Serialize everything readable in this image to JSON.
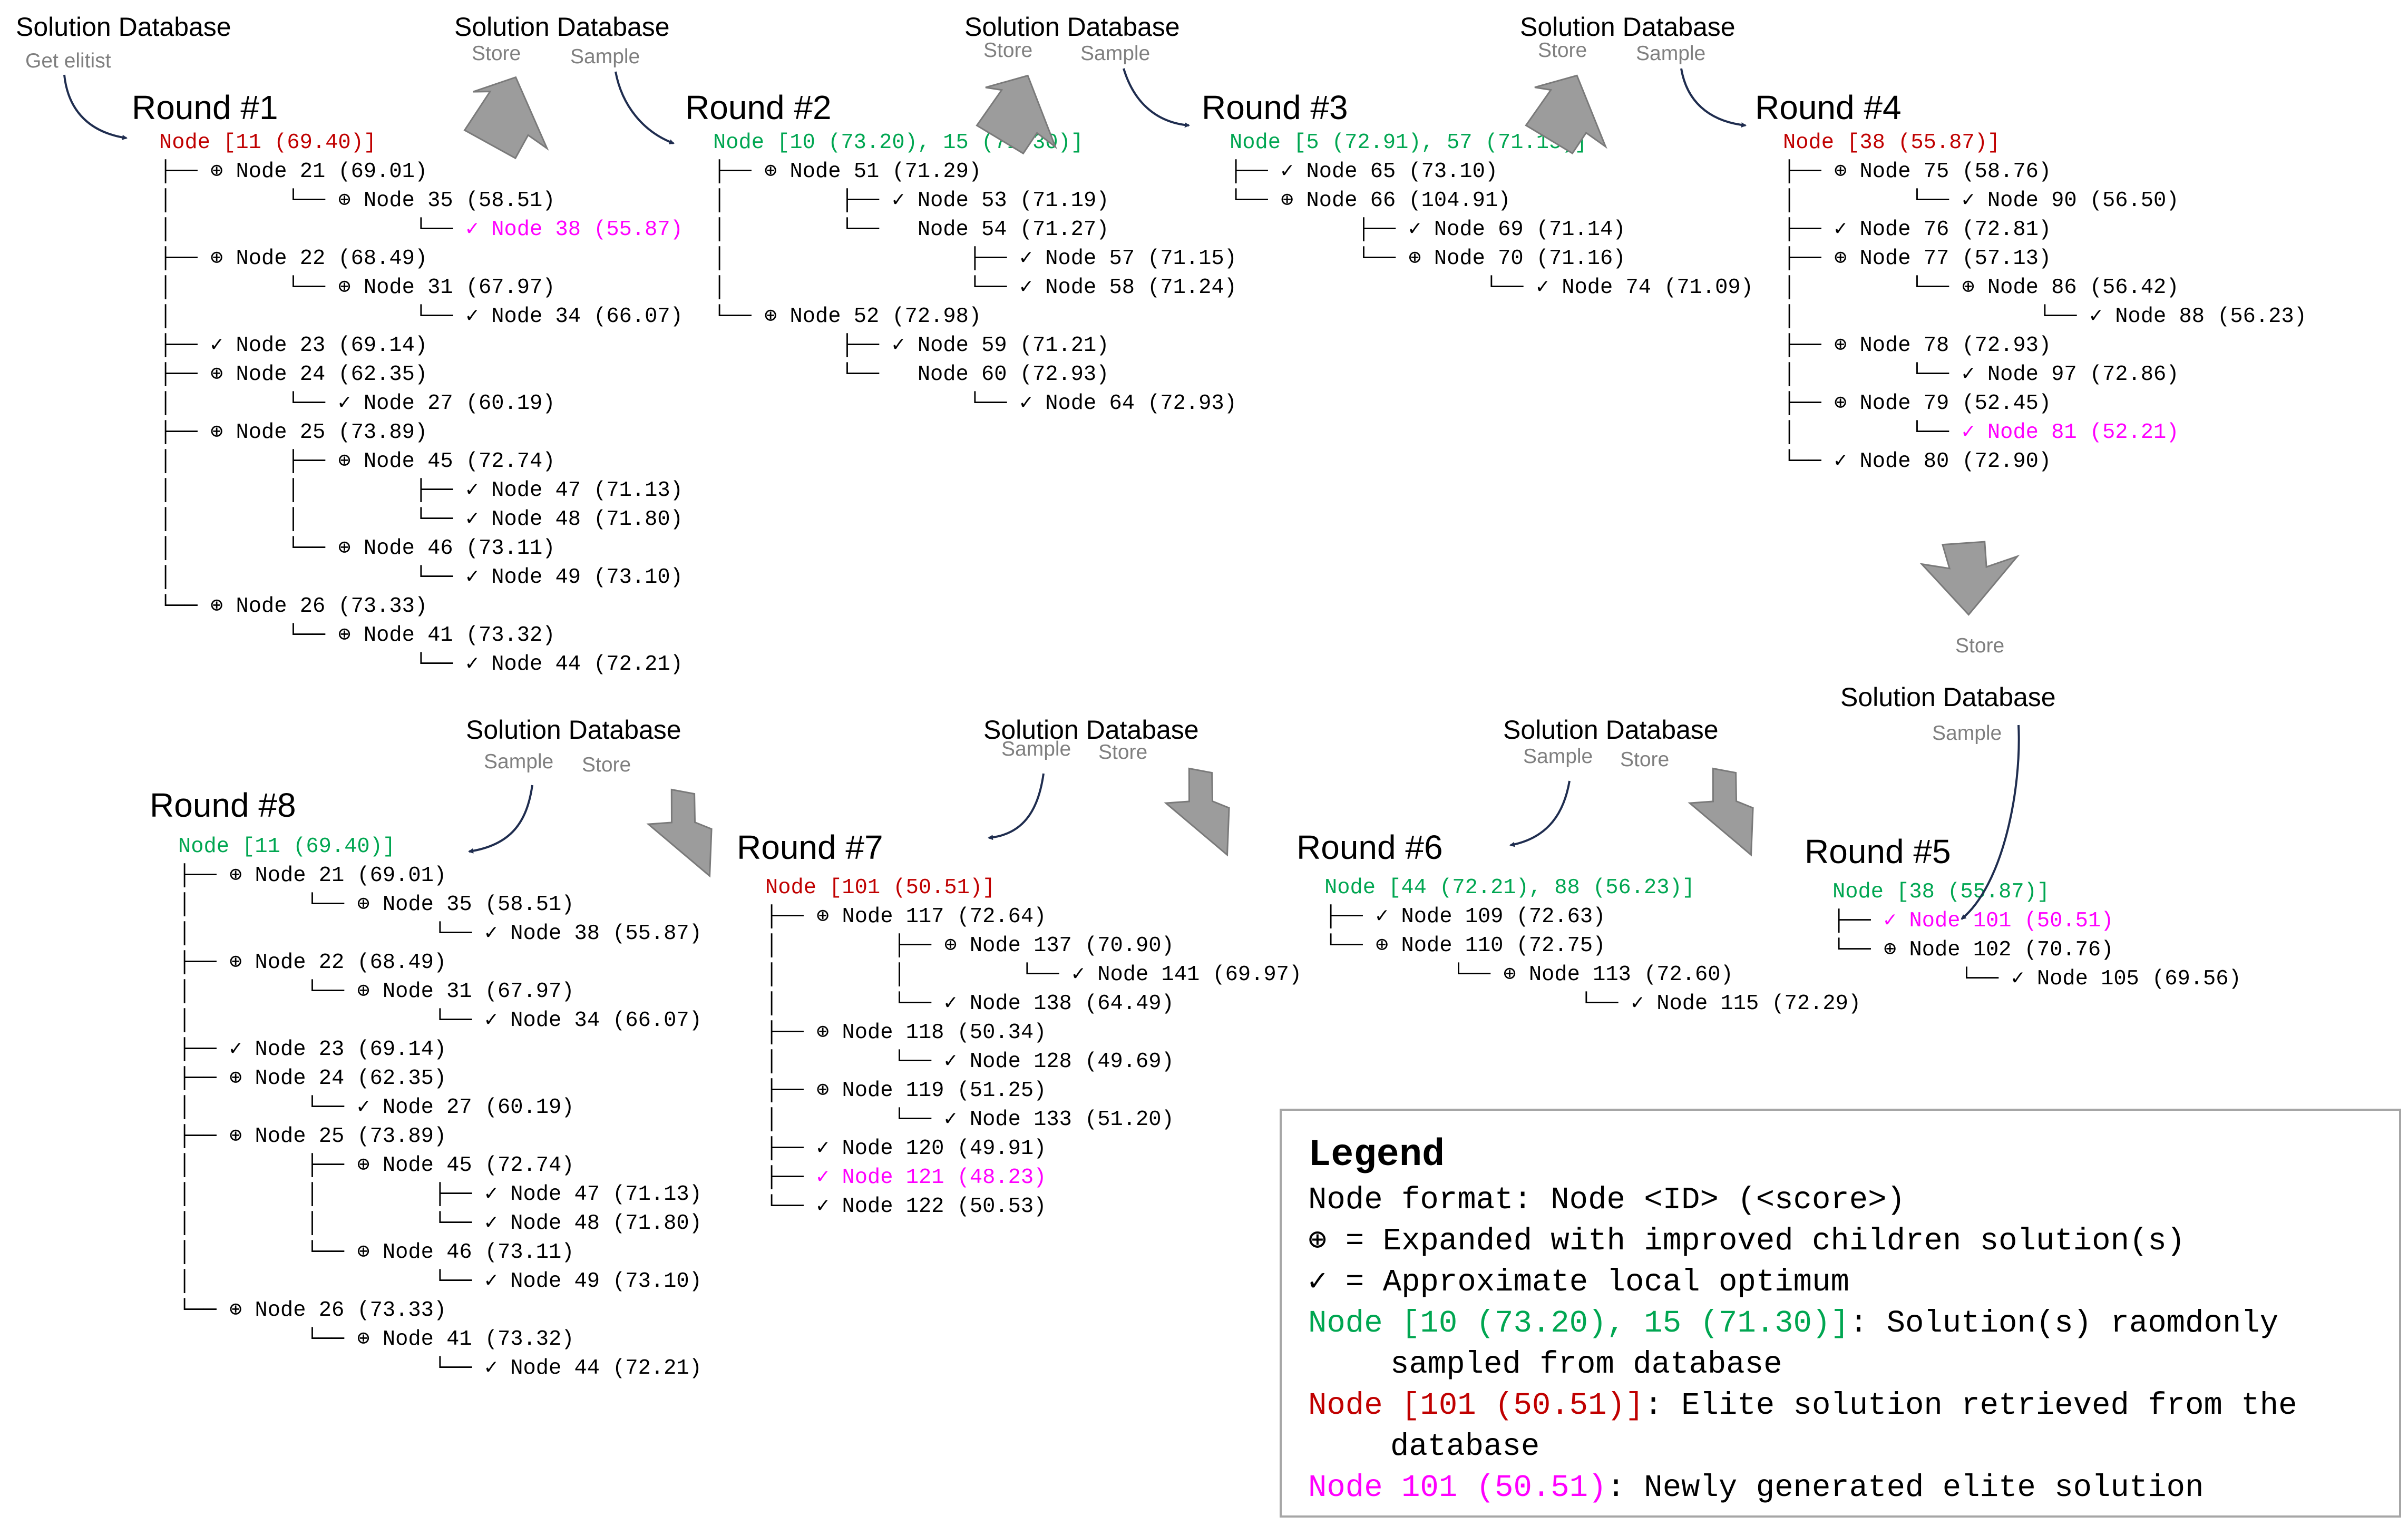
{
  "labels": {
    "solution_database": "Solution Database",
    "store": "Store",
    "sample": "Sample",
    "get_elitist": "Get elitist"
  },
  "rounds": [
    {
      "title": "Round #1",
      "lines": [
        {
          "text": "Node [11 (69.40)]",
          "color": "red"
        },
        {
          "text": "├── ⊕ Node 21 (69.01)"
        },
        {
          "text": "│         └── ⊕ Node 35 (58.51)"
        },
        {
          "prefix": "│                   └── ",
          "text": "✓ Node 38 (55.87)",
          "color": "magenta"
        },
        {
          "text": "├── ⊕ Node 22 (68.49)"
        },
        {
          "text": "│         └── ⊕ Node 31 (67.97)"
        },
        {
          "text": "│                   └── ✓ Node 34 (66.07)"
        },
        {
          "text": "├── ✓ Node 23 (69.14)"
        },
        {
          "text": "├── ⊕ Node 24 (62.35)"
        },
        {
          "text": "│         └── ✓ Node 27 (60.19)"
        },
        {
          "text": "├── ⊕ Node 25 (73.89)"
        },
        {
          "text": "│         ├── ⊕ Node 45 (72.74)"
        },
        {
          "text": "│         │         ├── ✓ Node 47 (71.13)"
        },
        {
          "text": "│         │         └── ✓ Node 48 (71.80)"
        },
        {
          "text": "│         └── ⊕ Node 46 (73.11)"
        },
        {
          "text": "│                   └── ✓ Node 49 (73.10)"
        },
        {
          "text": "└── ⊕ Node 26 (73.33)"
        },
        {
          "text": "          └── ⊕ Node 41 (73.32)"
        },
        {
          "text": "                    └── ✓ Node 44 (72.21)"
        }
      ]
    },
    {
      "title": "Round #2",
      "lines": [
        {
          "text": "Node [10 (73.20), 15 (71.30)]",
          "color": "green"
        },
        {
          "text": "├── ⊕ Node 51 (71.29)"
        },
        {
          "text": "│         ├── ✓ Node 53 (71.19)"
        },
        {
          "text": "│         └──   Node 54 (71.27)"
        },
        {
          "text": "│                   ├── ✓ Node 57 (71.15)"
        },
        {
          "text": "│                   └── ✓ Node 58 (71.24)"
        },
        {
          "text": "└── ⊕ Node 52 (72.98)"
        },
        {
          "text": "          ├── ✓ Node 59 (71.21)"
        },
        {
          "text": "          └──   Node 60 (72.93)"
        },
        {
          "text": "                    └── ✓ Node 64 (72.93)"
        }
      ]
    },
    {
      "title": "Round #3",
      "lines": [
        {
          "text": "Node [5 (72.91), 57 (71.15)]",
          "color": "green"
        },
        {
          "text": "├── ✓ Node 65 (73.10)"
        },
        {
          "text": "└── ⊕ Node 66 (104.91)"
        },
        {
          "text": "          ├── ✓ Node 69 (71.14)"
        },
        {
          "text": "          └── ⊕ Node 70 (71.16)"
        },
        {
          "text": "                    └── ✓ Node 74 (71.09)"
        }
      ]
    },
    {
      "title": "Round #4",
      "lines": [
        {
          "text": "Node [38 (55.87)]",
          "color": "red"
        },
        {
          "text": "├── ⊕ Node 75 (58.76)"
        },
        {
          "text": "│         └── ✓ Node 90 (56.50)"
        },
        {
          "text": "├── ✓ Node 76 (72.81)"
        },
        {
          "text": "├── ⊕ Node 77 (57.13)"
        },
        {
          "text": "│         └── ⊕ Node 86 (56.42)"
        },
        {
          "text": "│                   └── ✓ Node 88 (56.23)"
        },
        {
          "text": "├── ⊕ Node 78 (72.93)"
        },
        {
          "text": "│         └── ✓ Node 97 (72.86)"
        },
        {
          "text": "├── ⊕ Node 79 (52.45)"
        },
        {
          "prefix": "│         └── ",
          "text": "✓ Node 81 (52.21)",
          "color": "magenta"
        },
        {
          "text": "└── ✓ Node 80 (72.90)"
        }
      ]
    },
    {
      "title": "Round #5",
      "lines": [
        {
          "text": "Node [38 (55.87)]",
          "color": "green"
        },
        {
          "prefix": "├── ",
          "text": "✓ Node 101 (50.51)",
          "color": "magenta"
        },
        {
          "text": "└── ⊕ Node 102 (70.76)"
        },
        {
          "text": "          └── ✓ Node 105 (69.56)"
        }
      ]
    },
    {
      "title": "Round #6",
      "lines": [
        {
          "text": "Node [44 (72.21), 88 (56.23)]",
          "color": "green"
        },
        {
          "text": "├── ✓ Node 109 (72.63)"
        },
        {
          "text": "└── ⊕ Node 110 (72.75)"
        },
        {
          "text": "          └── ⊕ Node 113 (72.60)"
        },
        {
          "text": "                    └── ✓ Node 115 (72.29)"
        }
      ]
    },
    {
      "title": "Round #7",
      "lines": [
        {
          "text": "Node [101 (50.51)]",
          "color": "red"
        },
        {
          "text": "├── ⊕ Node 117 (72.64)"
        },
        {
          "text": "│         ├── ⊕ Node 137 (70.90)"
        },
        {
          "text": "│         │         └── ✓ Node 141 (69.97)"
        },
        {
          "text": "│         └── ✓ Node 138 (64.49)"
        },
        {
          "text": "├── ⊕ Node 118 (50.34)"
        },
        {
          "text": "│         └── ✓ Node 128 (49.69)"
        },
        {
          "text": "├── ⊕ Node 119 (51.25)"
        },
        {
          "text": "│         └── ✓ Node 133 (51.20)"
        },
        {
          "text": "├── ✓ Node 120 (49.91)"
        },
        {
          "prefix": "├── ",
          "text": "✓ Node 121 (48.23)",
          "color": "magenta"
        },
        {
          "text": "└── ✓ Node 122 (50.53)"
        }
      ]
    },
    {
      "title": "Round #8",
      "lines": [
        {
          "text": "Node [11 (69.40)]",
          "color": "green"
        },
        {
          "text": "├── ⊕ Node 21 (69.01)"
        },
        {
          "text": "│         └── ⊕ Node 35 (58.51)"
        },
        {
          "text": "│                   └── ✓ Node 38 (55.87)"
        },
        {
          "text": "├── ⊕ Node 22 (68.49)"
        },
        {
          "text": "│         └── ⊕ Node 31 (67.97)"
        },
        {
          "text": "│                   └── ✓ Node 34 (66.07)"
        },
        {
          "text": "├── ✓ Node 23 (69.14)"
        },
        {
          "text": "├── ⊕ Node 24 (62.35)"
        },
        {
          "text": "│         └── ✓ Node 27 (60.19)"
        },
        {
          "text": "├── ⊕ Node 25 (73.89)"
        },
        {
          "text": "│         ├── ⊕ Node 45 (72.74)"
        },
        {
          "text": "│         │         ├── ✓ Node 47 (71.13)"
        },
        {
          "text": "│         │         └── ✓ Node 48 (71.80)"
        },
        {
          "text": "│         └── ⊕ Node 46 (73.11)"
        },
        {
          "text": "│                   └── ✓ Node 49 (73.10)"
        },
        {
          "text": "└── ⊕ Node 26 (73.33)"
        },
        {
          "text": "          └── ⊕ Node 41 (73.32)"
        },
        {
          "text": "                    └── ✓ Node 44 (72.21)"
        }
      ]
    }
  ],
  "legend": {
    "title": "Legend",
    "format": "Node format: Node <ID> (<score>)",
    "expanded": "⊕ = Expanded with improved children solution(s)",
    "optimum": "✓ = Approximate local optimum",
    "sampled_colored": "Node [10 (73.20), 15 (71.30)]",
    "sampled_rest": ": Solution(s) raomdonly",
    "sampled_cont": "sampled from database",
    "elite_colored": "Node [101 (50.51)]",
    "elite_rest": ": Elite solution retrieved from the",
    "elite_cont": "database",
    "new_colored": "Node 101 (50.51)",
    "new_rest": ": Newly generated elite solution"
  },
  "colors": {
    "sampled": "#00a651",
    "elite_retrieved": "#c00000",
    "new_elite": "#ff00ff",
    "arrow_fill": "#9c9c9c",
    "curve": "#1f2d4f",
    "label_gray": "#7f7f7f"
  }
}
